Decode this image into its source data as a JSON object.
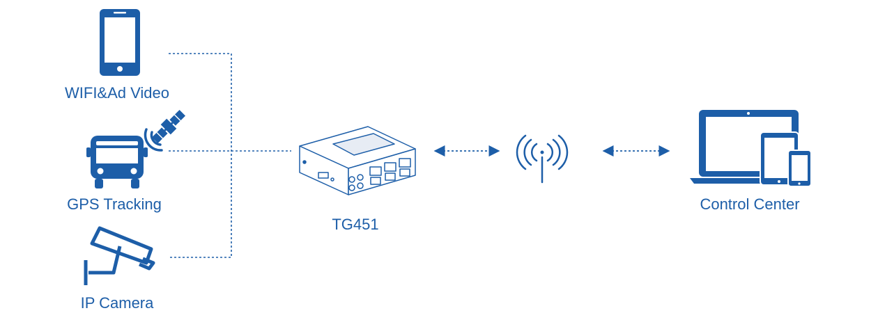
{
  "colors": {
    "primary": "#1d5ea8",
    "line": "#1d5ea8",
    "device_fill": "#ffffff",
    "screen_fill": "#e7ecf4"
  },
  "nodes": {
    "wifi": {
      "label": "WIFI&Ad Video",
      "icon": "smartphone-icon"
    },
    "gps": {
      "label": "GPS Tracking",
      "icon": "bus-icon"
    },
    "gps_satellite": {
      "icon": "satellite-icon"
    },
    "camera": {
      "label": "IP Camera",
      "icon": "cctv-camera-icon"
    },
    "router": {
      "label": "TG451",
      "icon": "router-icon"
    },
    "wireless": {
      "icon": "antenna-signal-icon"
    },
    "control": {
      "label": "Control Center",
      "icon": "laptop-tablet-phone-icon"
    }
  },
  "connections": [
    {
      "from": "wifi",
      "to": "router",
      "style": "dotted"
    },
    {
      "from": "gps",
      "to": "router",
      "style": "dotted"
    },
    {
      "from": "camera",
      "to": "router",
      "style": "dotted"
    },
    {
      "from": "router",
      "to": "wireless",
      "style": "dotted-double-arrow"
    },
    {
      "from": "wireless",
      "to": "control",
      "style": "dotted-double-arrow"
    }
  ]
}
